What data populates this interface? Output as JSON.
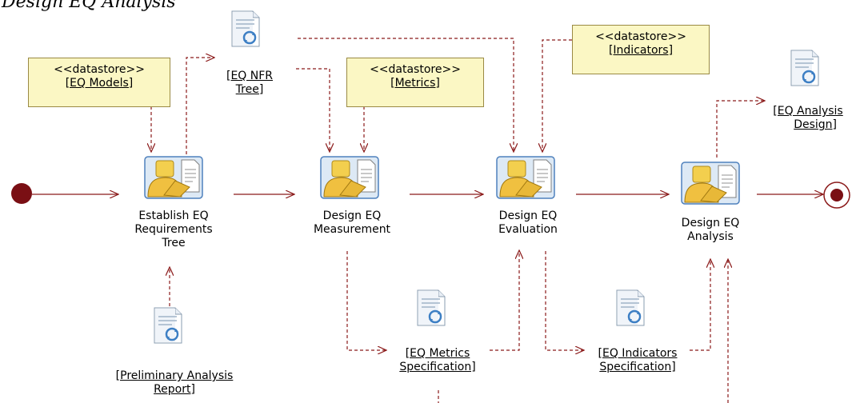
{
  "title": "Design EQ Analysis",
  "datastores": [
    {
      "stereotype": "<<datastore>>",
      "name": "[EQ Models]"
    },
    {
      "stereotype": "<<datastore>>",
      "name": "[Metrics]"
    },
    {
      "stereotype": "<<datastore>>",
      "name": "[Indicators]"
    }
  ],
  "activities": [
    {
      "line1": "Establish EQ",
      "line2": "Requirements",
      "line3": "Tree"
    },
    {
      "line1": "Design EQ",
      "line2": "Measurement"
    },
    {
      "line1": "Design EQ",
      "line2": "Evaluation"
    },
    {
      "line1": "Design EQ",
      "line2": "Analysis"
    }
  ],
  "artifacts": [
    {
      "line1": "[EQ NFR",
      "line2": "Tree]"
    },
    {
      "line1": "[EQ Analysis",
      "line2": "Design]"
    },
    {
      "line1": "[Preliminary Analysis",
      "line2": "Report]"
    },
    {
      "line1": "[EQ Metrics",
      "line2": "Specification]"
    },
    {
      "line1": "[EQ Indicators",
      "line2": "Specification]"
    }
  ],
  "colors": {
    "flow": "#8b1a1a",
    "datastore_fill": "#fbf7c4",
    "datastore_border": "#9a8a44",
    "start_node": "#7a0f14"
  }
}
